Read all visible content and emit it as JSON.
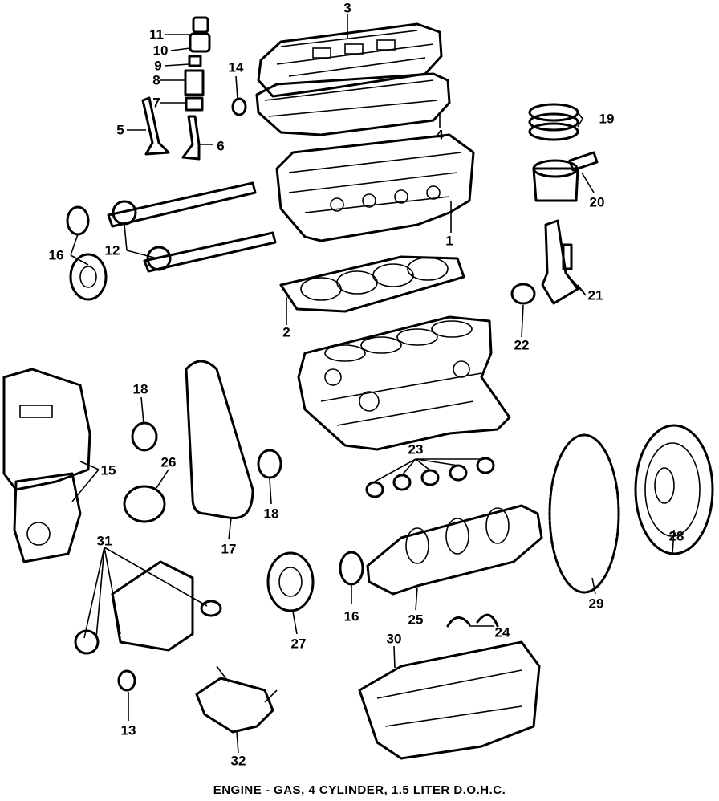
{
  "caption": "ENGINE - GAS, 4 CYLINDER, 1.5 LITER D.O.H.C.",
  "callouts": [
    "1",
    "2",
    "3",
    "4",
    "5",
    "6",
    "7",
    "8",
    "9",
    "10",
    "11",
    "12",
    "13",
    "14",
    "15",
    "16",
    "16",
    "17",
    "18",
    "18",
    "19",
    "20",
    "21",
    "22",
    "23",
    "24",
    "25",
    "26",
    "27",
    "28",
    "29",
    "30",
    "31",
    "32"
  ]
}
